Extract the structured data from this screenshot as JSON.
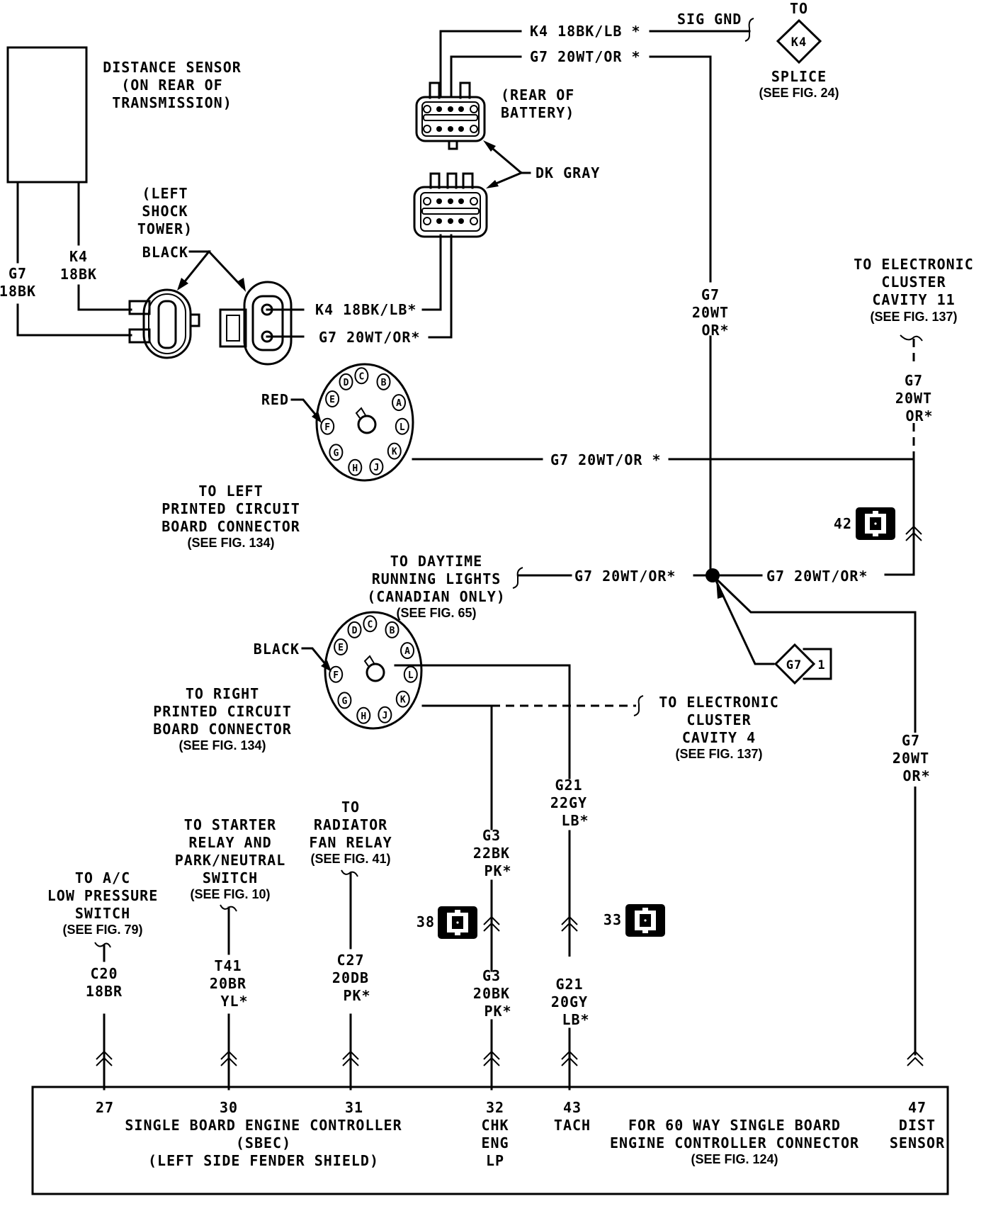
{
  "colors": {
    "ink": "#000000",
    "paper": "#ffffff"
  },
  "distance_sensor": {
    "lines": [
      "DISTANCE SENSOR",
      "(ON REAR OF",
      "TRANSMISSION)"
    ]
  },
  "sensor_wires": {
    "g7": [
      "G7",
      "18BK"
    ],
    "k4": [
      "K4",
      "18BK"
    ]
  },
  "shock_tower": {
    "lines": [
      "(LEFT",
      "SHOCK",
      "TOWER)"
    ],
    "color_label": "BLACK"
  },
  "tower_wires": {
    "k4": "K4 18BK/LB*",
    "g7": "G7 20WT/OR*"
  },
  "battery_connector": {
    "lines": [
      "(REAR OF",
      "BATTERY)"
    ],
    "color_label": "DK GRAY"
  },
  "top_wires": {
    "k4": "K4 18BK/LB *",
    "g7": "G7 20WT/OR *",
    "sig_gnd": "SIG GND"
  },
  "splice_k4": {
    "to": "TO",
    "id": "K4",
    "lines": [
      "SPLICE",
      "(SEE FIG. 24)"
    ]
  },
  "main_trunk_label": [
    "G7",
    "20WT",
    "OR*"
  ],
  "cluster_cavity_11": {
    "lines": [
      "TO ELECTRONIC",
      "CLUSTER",
      "CAVITY 11",
      "(SEE FIG. 137)"
    ],
    "wire": [
      "G7",
      "20WT",
      "OR*"
    ]
  },
  "left_pcb": {
    "color_label": "RED",
    "pins": [
      "C",
      "B",
      "A",
      "L",
      "K",
      "J",
      "H",
      "G",
      "F",
      "E",
      "D"
    ],
    "lines": [
      "TO LEFT",
      "PRINTED CIRCUIT",
      "BOARD CONNECTOR",
      "(SEE FIG. 134)"
    ],
    "wire": "G7 20WT/OR *"
  },
  "connector_42": {
    "id": "42"
  },
  "drl": {
    "lines": [
      "TO DAYTIME",
      "RUNNING LIGHTS",
      "(CANADIAN ONLY)",
      "(SEE FIG. 65)"
    ],
    "wire_left": "G7 20WT/OR*",
    "wire_right": "G7 20WT/OR*"
  },
  "splice_g7": {
    "id": "G7",
    "num": "1"
  },
  "right_pcb": {
    "color_label": "BLACK",
    "pins": [
      "C",
      "B",
      "A",
      "L",
      "K",
      "J",
      "H",
      "G",
      "F",
      "E",
      "D"
    ],
    "lines": [
      "TO RIGHT",
      "PRINTED CIRCUIT",
      "BOARD CONNECTOR",
      "(SEE FIG. 134)"
    ]
  },
  "cluster_cavity_4": {
    "lines": [
      "TO ELECTRONIC",
      "CLUSTER",
      "CAVITY 4",
      "(SEE FIG. 137)"
    ]
  },
  "dist_wire": [
    "G7",
    "20WT",
    "OR*"
  ],
  "g21_upper": [
    "G21",
    "22GY",
    "LB*"
  ],
  "g3_upper": [
    "G3",
    "22BK",
    "PK*"
  ],
  "connector_38": {
    "id": "38"
  },
  "connector_33": {
    "id": "33"
  },
  "g3_lower": [
    "G3",
    "20BK",
    "PK*"
  ],
  "g21_lower": [
    "G21",
    "20GY",
    "LB*"
  ],
  "ac_switch": {
    "lines": [
      "TO A/C",
      "LOW PRESSURE",
      "SWITCH",
      "(SEE FIG. 79)"
    ],
    "wire": [
      "C20",
      "18BR"
    ]
  },
  "starter_relay": {
    "lines": [
      "TO STARTER",
      "RELAY AND",
      "PARK/NEUTRAL",
      "SWITCH",
      "(SEE FIG. 10)"
    ],
    "wire": [
      "T41",
      "20BR",
      "YL*"
    ]
  },
  "radiator_relay": {
    "lines": [
      "TO",
      "RADIATOR",
      "FAN RELAY",
      "(SEE FIG. 41)"
    ],
    "wire": [
      "C27",
      "20DB",
      "PK*"
    ]
  },
  "sbec": {
    "pins": [
      {
        "num": "27",
        "desc": []
      },
      {
        "num": "30",
        "desc": []
      },
      {
        "num": "31",
        "desc": []
      },
      {
        "num": "32",
        "desc": [
          "CHK",
          "ENG",
          "LP"
        ]
      },
      {
        "num": "43",
        "desc": [
          "TACH"
        ]
      },
      {
        "num": "47",
        "desc": [
          "DIST",
          "SENSOR"
        ]
      }
    ],
    "title": [
      "SINGLE BOARD ENGINE CONTROLLER",
      "(SBEC)",
      "(LEFT SIDE FENDER SHIELD)"
    ],
    "connector_note": [
      "FOR 60 WAY SINGLE BOARD",
      "ENGINE CONTROLLER CONNECTOR",
      "(SEE FIG. 124)"
    ]
  }
}
